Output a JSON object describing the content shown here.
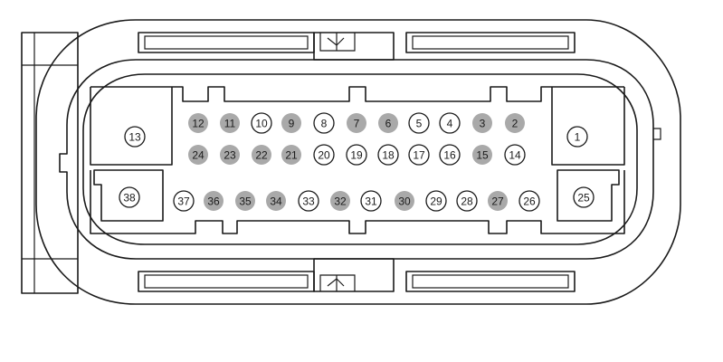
{
  "pins": [
    {
      "label": "12",
      "filled": true
    },
    {
      "label": "11",
      "filled": true
    },
    {
      "label": "10",
      "filled": false
    },
    {
      "label": "9",
      "filled": true
    },
    {
      "label": "8",
      "filled": false
    },
    {
      "label": "7",
      "filled": true
    },
    {
      "label": "6",
      "filled": true
    },
    {
      "label": "5",
      "filled": false
    },
    {
      "label": "4",
      "filled": false
    },
    {
      "label": "3",
      "filled": true
    },
    {
      "label": "2",
      "filled": true
    },
    {
      "label": "24",
      "filled": true
    },
    {
      "label": "23",
      "filled": true
    },
    {
      "label": "22",
      "filled": true
    },
    {
      "label": "21",
      "filled": true
    },
    {
      "label": "20",
      "filled": false
    },
    {
      "label": "19",
      "filled": false
    },
    {
      "label": "18",
      "filled": false
    },
    {
      "label": "17",
      "filled": false
    },
    {
      "label": "16",
      "filled": false
    },
    {
      "label": "15",
      "filled": true
    },
    {
      "label": "14",
      "filled": false
    },
    {
      "label": "37",
      "filled": false
    },
    {
      "label": "36",
      "filled": true
    },
    {
      "label": "35",
      "filled": true
    },
    {
      "label": "34",
      "filled": true
    },
    {
      "label": "33",
      "filled": false
    },
    {
      "label": "32",
      "filled": true
    },
    {
      "label": "31",
      "filled": false
    },
    {
      "label": "30",
      "filled": true
    },
    {
      "label": "29",
      "filled": false
    },
    {
      "label": "28",
      "filled": false
    },
    {
      "label": "27",
      "filled": true
    },
    {
      "label": "26",
      "filled": false
    },
    {
      "label": "13",
      "filled": false
    },
    {
      "label": "1",
      "filled": false
    },
    {
      "label": "38",
      "filled": false
    },
    {
      "label": "25",
      "filled": false
    }
  ],
  "colors": {
    "line": "#1a1a1a",
    "filled_pin": "#a9a9a9",
    "background": "#ffffff"
  }
}
